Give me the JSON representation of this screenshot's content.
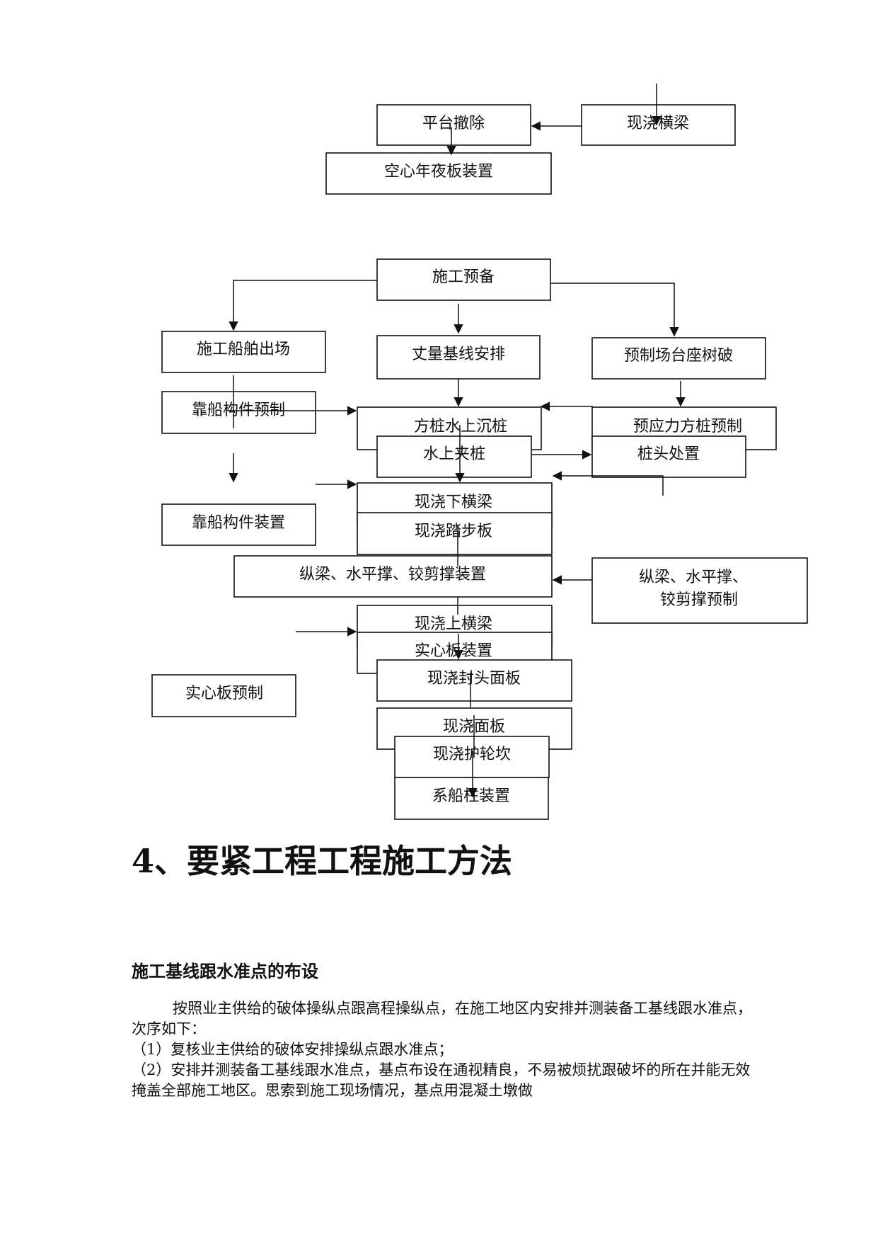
{
  "flow_top": {
    "platform_removal": "平台撤除",
    "cast_crossbeam": "现浇横梁",
    "hollow_slab_install": "空心年夜板装置"
  },
  "flow_main": {
    "prep": "施工预备",
    "ship_out": "施工船舶出场",
    "baseline": "丈量基线安排",
    "precast_yard": "预制场台座树破",
    "berth_precast": "靠船构件预制",
    "pile_sink": "方桩水上沉桩",
    "prestress_pile": "预应力方桩预制",
    "clamp_pile": "水上夹桩",
    "pile_head": "桩头处置",
    "lower_beam": "现浇下横梁",
    "berth_install": "靠船构件装置",
    "step_slab": "现浇踏步板",
    "long_beam_install": "纵梁、水平撑、铰剪撑装置",
    "long_beam_precast_1": "纵梁、水平撑、",
    "long_beam_precast_2": "铰剪撑预制",
    "upper_beam": "现浇上横梁",
    "solid_install": "实心板装置",
    "solid_precast": "实心板预制",
    "seal_panel": "现浇封头面板",
    "deck": "现浇面板",
    "curb": "现浇护轮坎",
    "bollard": "系船柱装置"
  },
  "heading": "4、要紧工程工程施工方法",
  "subheading": "施工基线跟水准点的布设",
  "para1": "按照业主供给的破体操纵点跟高程操纵点，在施工地区内安排并测装备工基线跟水准点，次序如下：",
  "item1": "（1）复核业主供给的破体安排操纵点跟水准点；",
  "item2": "（2）安排并测装备工基线跟水准点，基点布设在通视精良，不易被烦扰跟破坏的所在并能无效掩盖全部施工地区。思索到施工现场情况，基点用混凝土墩做"
}
